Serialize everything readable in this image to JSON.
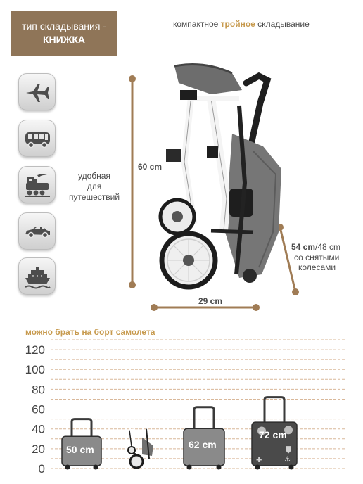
{
  "badge": {
    "line1": "тип складывания -",
    "line2": "КНИЖКА"
  },
  "fold": {
    "prefix": "компактное ",
    "highlight": "тройное",
    "suffix": " складывание"
  },
  "travel": {
    "icons": [
      "airplane-icon",
      "bus-icon",
      "train-icon",
      "car-icon",
      "ship-icon"
    ],
    "label_lines": [
      "удобная",
      "для",
      "путешествий"
    ]
  },
  "dimensions": {
    "height": "60 cm",
    "width": "29 cm",
    "depth_a": "54 cm",
    "depth_b": "/48 cm",
    "depth_note1": "со снятыми",
    "depth_note2": "колесами"
  },
  "onboard_label": "можно брать на борт самолета",
  "chart_data": {
    "type": "bar",
    "yticks": [
      0,
      20,
      40,
      60,
      80,
      100,
      120
    ],
    "ylim": [
      0,
      130
    ],
    "grid": true,
    "items": [
      {
        "label": "50 cm",
        "value": 50,
        "kind": "suitcase"
      },
      {
        "label": "",
        "value": 40,
        "kind": "folded-stroller"
      },
      {
        "label": "62 cm",
        "value": 62,
        "kind": "suitcase"
      },
      {
        "label": "72 cm",
        "value": 72,
        "kind": "suitcase-stickers"
      }
    ]
  },
  "colors": {
    "accent": "#8f7558",
    "highlight": "#c79a4e",
    "dimension_line": "#a07c55",
    "suitcase": "#8a8a8a",
    "suitcase_dark": "#4a4a4a"
  }
}
